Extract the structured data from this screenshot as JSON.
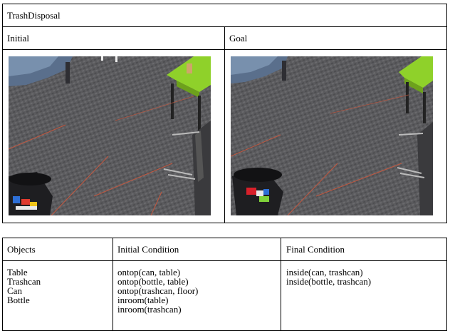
{
  "top_table": {
    "title": "TrashDisposal",
    "left_header": "Initial",
    "right_header": "Goal",
    "initial_photo_alt": "Initial scene photo",
    "goal_photo_alt": "Goal scene photo"
  },
  "bottom_table": {
    "headers": {
      "objects": "Objects",
      "initial": "Initial Condition",
      "final": "Final Condition"
    },
    "objects": [
      "Table",
      "Trashcan",
      "Can",
      "Bottle"
    ],
    "initial_conditions": [
      "ontop(can, table)",
      "ontop(bottle, table)",
      "ontop(trashcan, floor)",
      "inroom(table)",
      "inroom(trashcan)"
    ],
    "final_conditions": [
      "inside(can, trashcan)",
      "inside(bottle, trashcan)"
    ]
  }
}
